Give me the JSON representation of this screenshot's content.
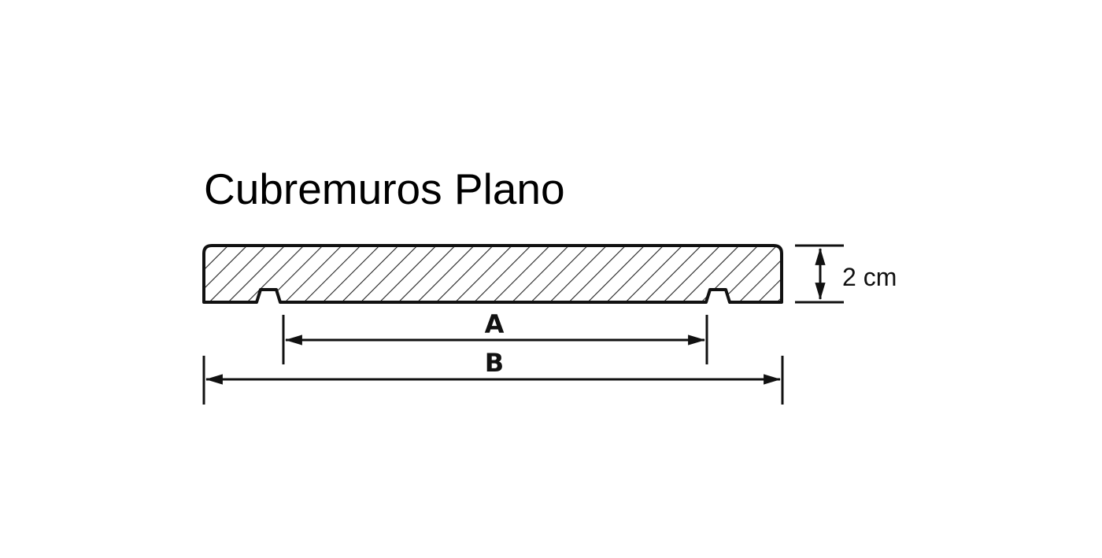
{
  "title": "Cubremuros Plano",
  "dimensions": {
    "inner_width_label": "A",
    "outer_width_label": "B",
    "thickness_label": "2 cm"
  },
  "colors": {
    "line": "#111111",
    "hatch": "#222222",
    "background": "#ffffff"
  }
}
